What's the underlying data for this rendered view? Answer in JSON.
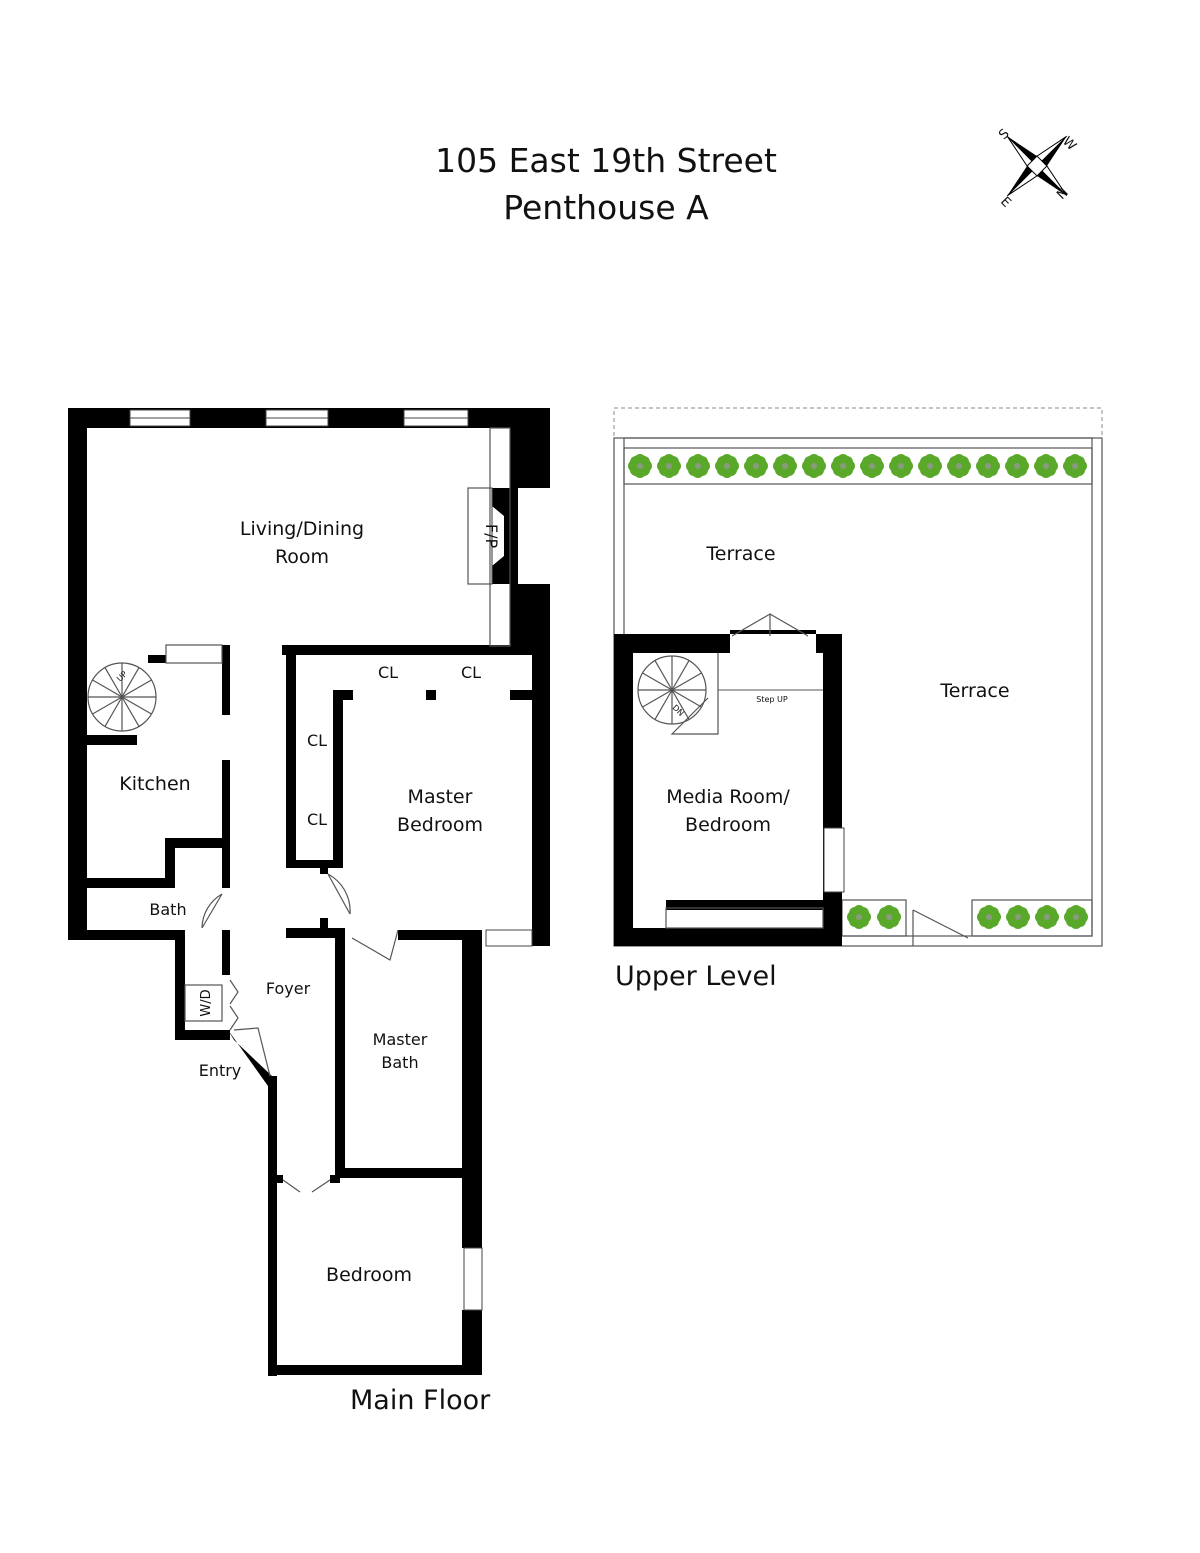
{
  "header": {
    "line1": "105 East 19th Street",
    "line2": "Penthouse A"
  },
  "compass": {
    "n": "N",
    "s": "S",
    "e": "E",
    "w": "W"
  },
  "main_floor": {
    "caption": "Main Floor",
    "rooms": {
      "living1": "Living/Dining",
      "living2": "Room",
      "fireplace": "F/P",
      "kitchen": "Kitchen",
      "bath": "Bath",
      "wd": "W/D",
      "foyer": "Foyer",
      "entry": "Entry",
      "master1": "Master",
      "master2": "Bedroom",
      "mbath1": "Master",
      "mbath2": "Bath",
      "bedroom": "Bedroom",
      "cl": "CL",
      "stair_up": "UP"
    }
  },
  "upper_level": {
    "caption": "Upper Level",
    "rooms": {
      "terrace": "Terrace",
      "media1": "Media Room/",
      "media2": "Bedroom",
      "step_up": "Step UP",
      "stair_dn": "DN"
    },
    "planters": {
      "top_count": 16,
      "bottom_left_count": 2,
      "bottom_right_count": 4,
      "color": "#5aa82a"
    }
  }
}
